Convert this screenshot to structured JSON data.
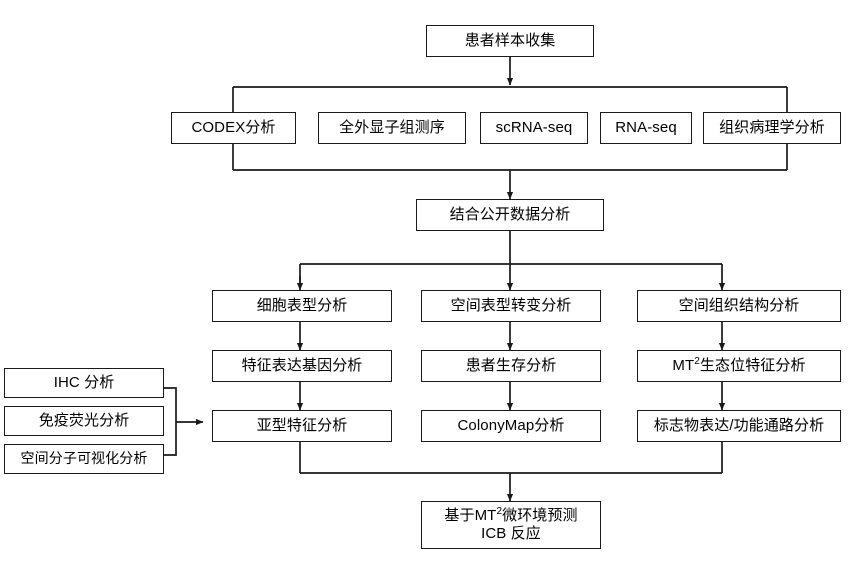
{
  "diagram": {
    "title": "Study workflow flowchart",
    "colors": {
      "background": "#ffffff",
      "stroke": "#1a1a1a",
      "text": "#000000"
    },
    "nodes": {
      "patient_sample_collection": "患者样本收集",
      "codex": "CODEX分析",
      "wes": "全外显子组测序",
      "scrna": "scRNA-seq",
      "rnaseq": "RNA-seq",
      "histopathology": "组织病理学分析",
      "public_data": "结合公开数据分析",
      "cell_phenotype": "细胞表型分析",
      "spatial_phenotype_transition": "空间表型转变分析",
      "spatial_tissue_structure": "空间组织结构分析",
      "feature_gene": "特征表达基因分析",
      "patient_survival": "患者生存分析",
      "mt2_niche_prefix": "MT",
      "mt2_niche_sup": "2",
      "mt2_niche_suffix": "生态位特征分析",
      "subtype_feature": "亚型特征分析",
      "colonymap": "ColonyMap分析",
      "marker_pathway": "标志物表达/功能通路分析",
      "ihc": "IHC 分析",
      "immunofluorescence": "免疫荧光分析",
      "spatial_molecular_visualization": "空间分子可视化分析",
      "icb_prediction_line1_prefix": "基于MT",
      "icb_prediction_line1_sup": "2",
      "icb_prediction_line1_suffix": "微环境预测",
      "icb_prediction_line2": "ICB 反应"
    }
  }
}
